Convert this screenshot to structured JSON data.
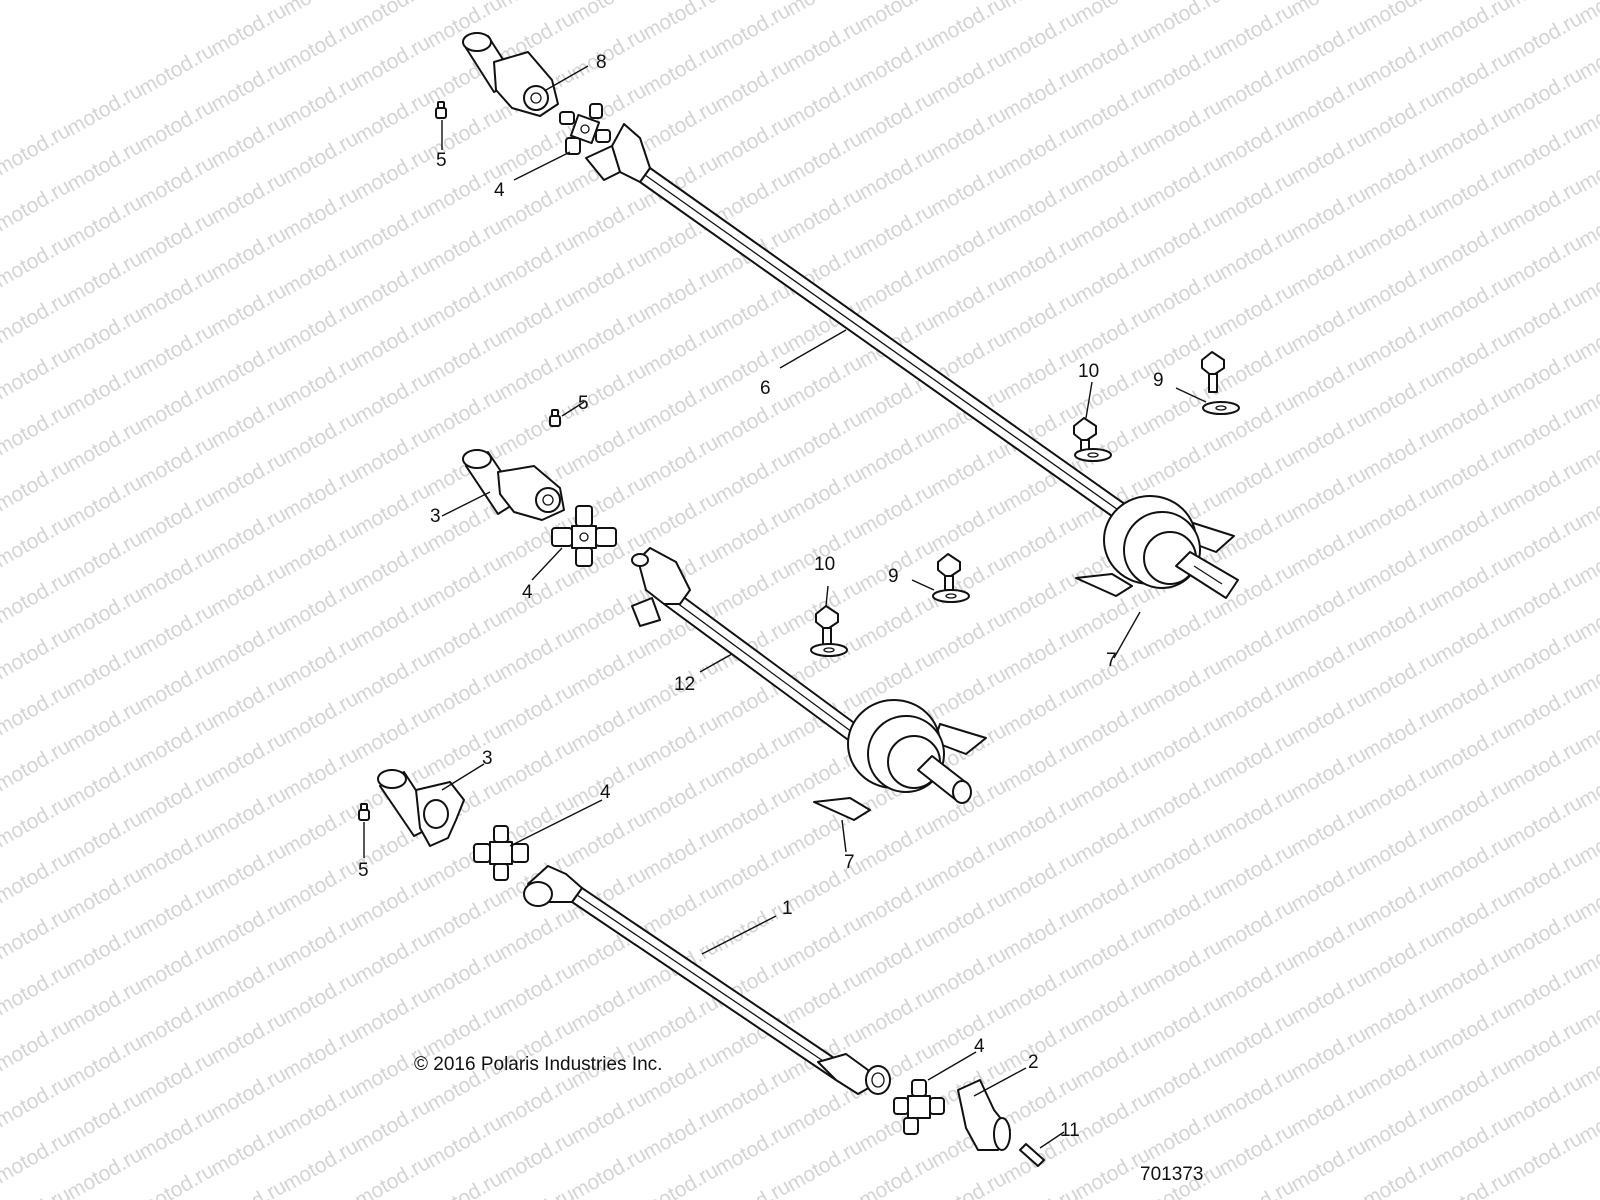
{
  "watermark": "motod.ru",
  "copyright": "© 2016 Polaris Industries Inc.",
  "drawing_number": "701373",
  "callouts": {
    "c1": "1",
    "c2": "2",
    "c3a": "3",
    "c3b": "3",
    "c4a": "4",
    "c4b": "4",
    "c4c": "4",
    "c4d": "4",
    "c5a": "5",
    "c5b": "5",
    "c5c": "5",
    "c6": "6",
    "c7a": "7",
    "c7b": "7",
    "c8": "8",
    "c9a": "9",
    "c9b": "9",
    "c10a": "10",
    "c10b": "10",
    "c11": "11",
    "c12": "12"
  },
  "colors": {
    "line": "#111111",
    "watermark": "#d4d4d4",
    "background": "#ffffff"
  }
}
